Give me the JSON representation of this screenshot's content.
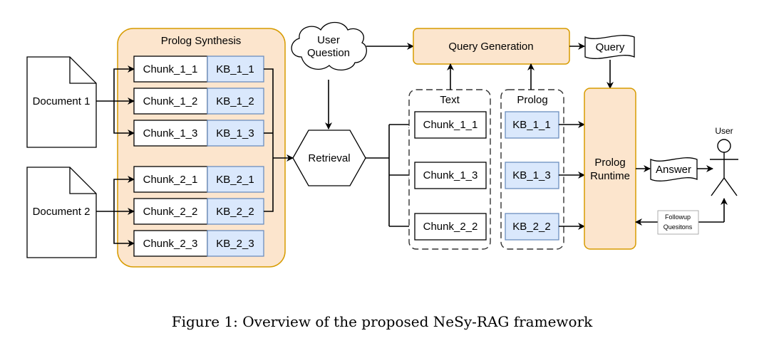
{
  "documents": [
    "Document 1",
    "Document 2"
  ],
  "prolog_synthesis": {
    "title": "Prolog Synthesis",
    "rows": [
      {
        "chunk": "Chunk_1_1",
        "kb": "KB_1_1"
      },
      {
        "chunk": "Chunk_1_2",
        "kb": "KB_1_2"
      },
      {
        "chunk": "Chunk_1_3",
        "kb": "KB_1_3"
      },
      {
        "chunk": "Chunk_2_1",
        "kb": "KB_2_1"
      },
      {
        "chunk": "Chunk_2_2",
        "kb": "KB_2_2"
      },
      {
        "chunk": "Chunk_2_3",
        "kb": "KB_2_3"
      }
    ]
  },
  "user_question": {
    "line1": "User",
    "line2": "Question"
  },
  "retrieval": "Retrieval",
  "query_generation": "Query Generation",
  "query": "Query",
  "text_group": {
    "title": "Text",
    "items": [
      "Chunk_1_1",
      "Chunk_1_3",
      "Chunk_2_2"
    ]
  },
  "prolog_group": {
    "title": "Prolog",
    "items": [
      "KB_1_1",
      "KB_1_3",
      "KB_2_2"
    ]
  },
  "prolog_runtime": {
    "line1": "Prolog",
    "line2": "Runtime"
  },
  "answer": "Answer",
  "user": "User",
  "followup": {
    "line1": "Followup",
    "line2": "Quesitons"
  },
  "caption": "Figure 1: Overview of the proposed NeSy-RAG framework",
  "colors": {
    "orange_fill": "#fce5cd",
    "orange_stroke": "#d79b00",
    "blue_fill": "#dae8fc",
    "blue_stroke": "#6c8ebf"
  }
}
